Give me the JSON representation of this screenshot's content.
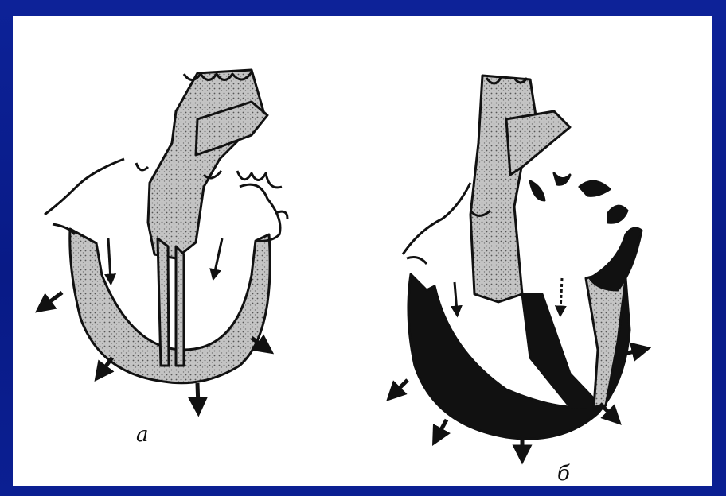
{
  "figure": {
    "panels": [
      {
        "id": "a",
        "label": "а"
      },
      {
        "id": "b",
        "label": "б"
      }
    ],
    "colors": {
      "outer_frame": "#0a1c8c",
      "canvas": "#ffffff",
      "stipple_fill": "#b9b9b9",
      "dark_fill": "#111111",
      "ink": "#111111"
    }
  }
}
